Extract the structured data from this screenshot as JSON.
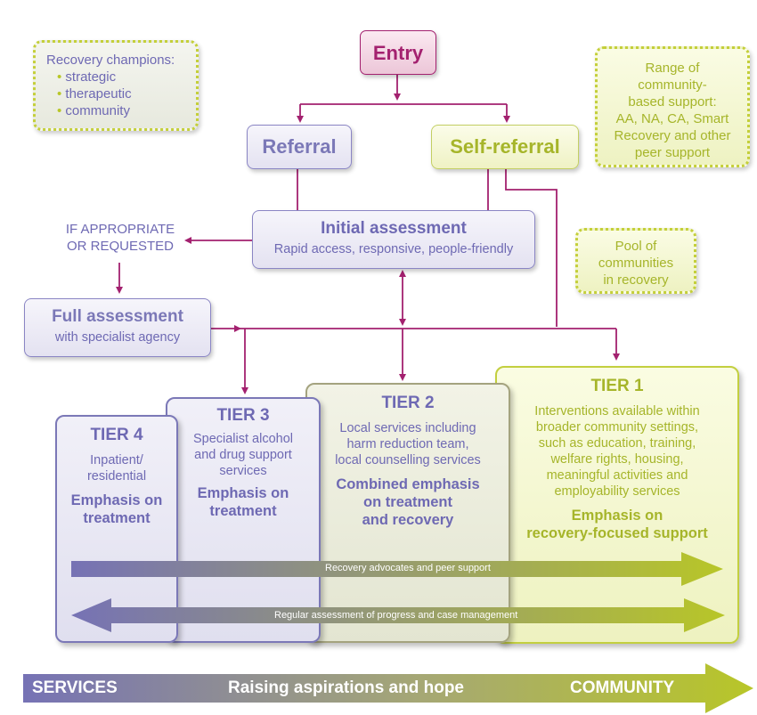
{
  "entry": {
    "label": "Entry"
  },
  "referral": {
    "label": "Referral"
  },
  "self_referral": {
    "label": "Self-referral"
  },
  "recovery_champions": {
    "title": "Recovery champions:",
    "items": [
      "strategic",
      "therapeutic",
      "community"
    ]
  },
  "community_support": {
    "lines": [
      "Range of",
      "community-",
      "based support:",
      "AA, NA, CA, Smart",
      "Recovery and other",
      "peer support"
    ]
  },
  "initial_assessment": {
    "title": "Initial assessment",
    "subtitle": "Rapid access, responsive, people-friendly"
  },
  "if_appropriate": {
    "lines": [
      "IF APPROPRIATE",
      "OR REQUESTED"
    ]
  },
  "pool": {
    "lines": [
      "Pool of",
      "communities",
      "in recovery"
    ]
  },
  "full_assessment": {
    "title": "Full assessment",
    "subtitle": "with specialist agency"
  },
  "tiers": [
    {
      "title": "TIER 4",
      "desc_lines": [
        "Inpatient/",
        "residential"
      ],
      "emph_lines": [
        "Emphasis on",
        "treatment"
      ]
    },
    {
      "title": "TIER 3",
      "desc_lines": [
        "Specialist alcohol",
        "and drug support",
        "services"
      ],
      "emph_lines": [
        "Emphasis on",
        "treatment"
      ]
    },
    {
      "title": "TIER 2",
      "desc_lines": [
        "Local services including",
        "harm reduction team,",
        "local counselling services"
      ],
      "emph_lines": [
        "Combined emphasis",
        "on treatment",
        "and recovery"
      ]
    },
    {
      "title": "TIER 1",
      "desc_lines": [
        "Interventions available within",
        "broader community settings,",
        "such as education, training,",
        "welfare rights, housing,",
        "meaningful activities and",
        "employability services"
      ],
      "emph_lines": [
        "Emphasis on",
        "recovery-focused support"
      ]
    }
  ],
  "arrows": {
    "recovery_advocates": "Recovery advocates and peer support",
    "regular_assessment": "Regular assessment of progress and case management"
  },
  "bottom": {
    "left": "SERVICES",
    "center": "Raising aspirations and hope",
    "right": "COMMUNITY"
  },
  "colors": {
    "connector": "#a3216f",
    "purple_text": "#6e69b3",
    "green_text": "#a6b52a",
    "arrow_purple": "#7672b5",
    "arrow_green": "#b8c628"
  }
}
